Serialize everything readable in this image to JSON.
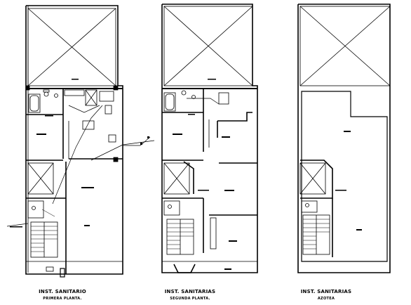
{
  "plans": [
    {
      "title": "INST. SANITARIO",
      "subtitle": "PRIMERA PLANTA."
    },
    {
      "title": "INST. SANITARIAS",
      "subtitle": "SEGUNDA PLANTA."
    },
    {
      "title": "INST. SANITARIAS",
      "subtitle": "AZOTEA"
    }
  ],
  "colors": {
    "line": "#000000",
    "background": "#ffffff"
  }
}
